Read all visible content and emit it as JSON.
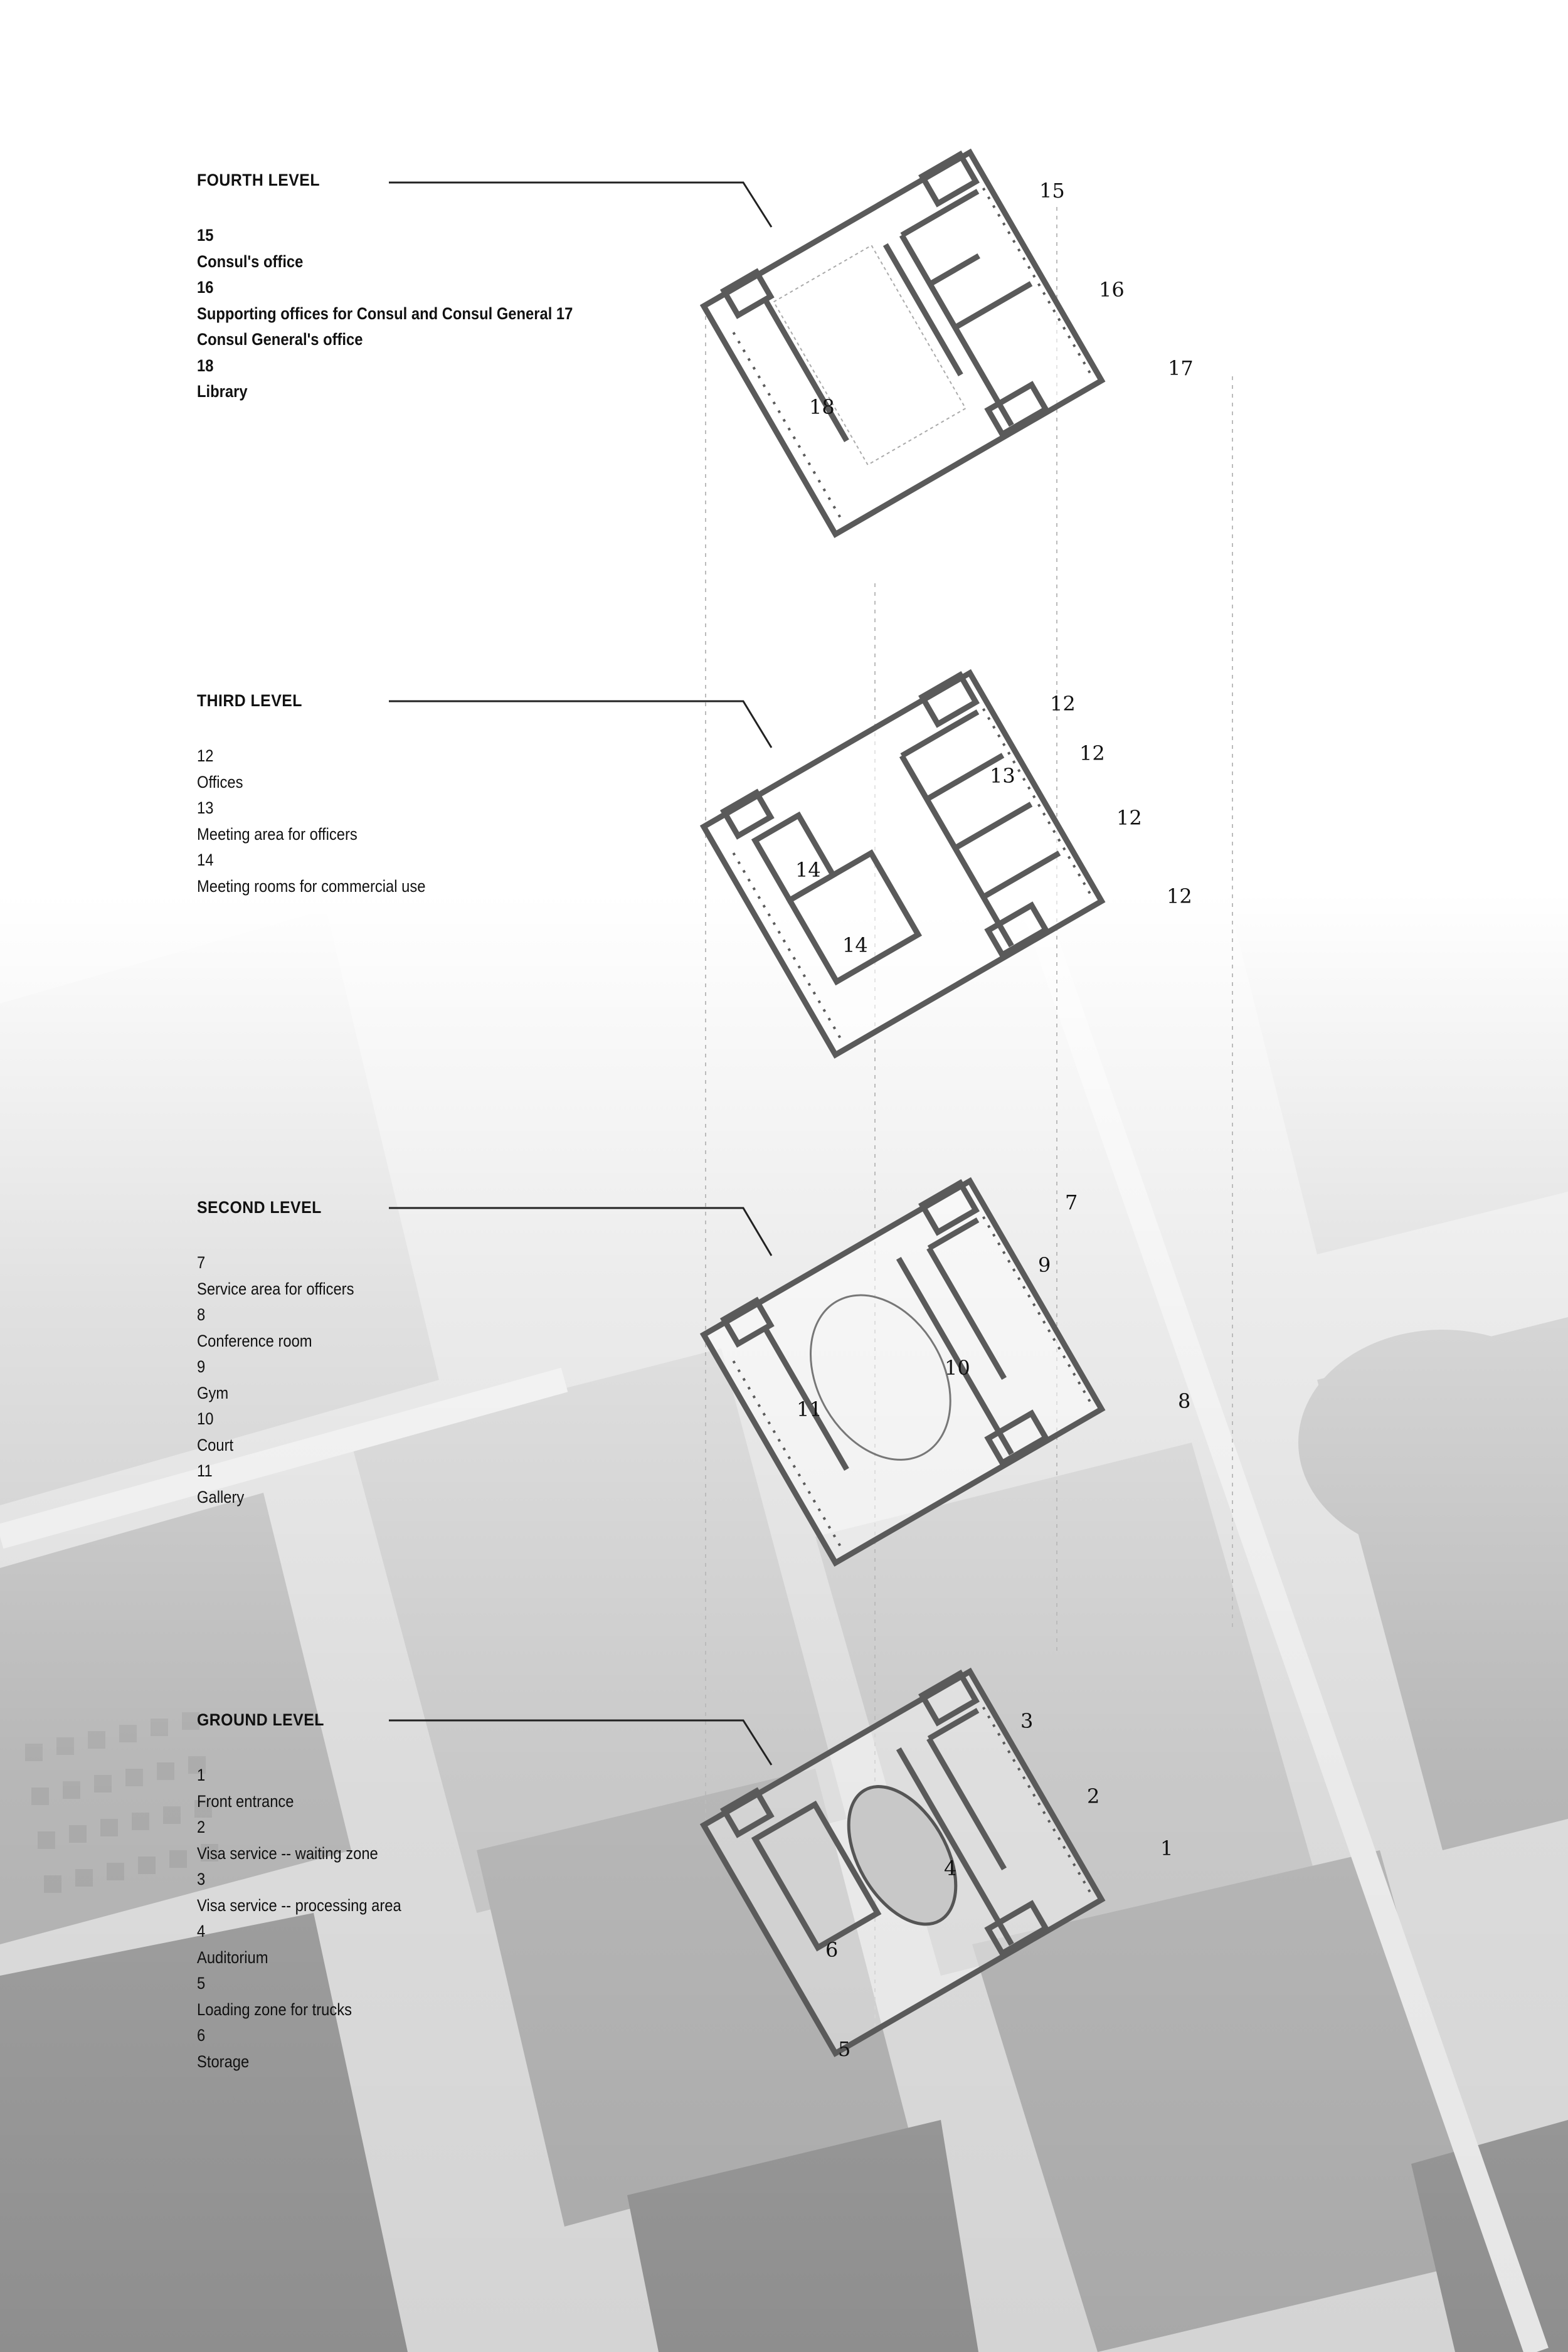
{
  "levels": [
    {
      "title": "FOURTH LEVEL",
      "items": [
        "15",
        "Consul's office",
        "16",
        "Supporting offices for Consul and Consul General 17",
        "Consul General's office",
        "18",
        "Library"
      ]
    },
    {
      "title": "THIRD LEVEL",
      "items": [
        "12",
        "Offices",
        "13",
        "Meeting area for officers",
        "14",
        "Meeting rooms for commercial use"
      ]
    },
    {
      "title": "SECOND LEVEL",
      "items": [
        "7",
        "Service area for officers",
        "8",
        "Conference room",
        "9",
        "Gym",
        "10",
        "Court",
        "11",
        "Gallery"
      ]
    },
    {
      "title": "GROUND LEVEL",
      "items": [
        "1",
        "Front entrance",
        "2",
        "Visa service -- waiting zone",
        "3",
        "Visa service -- processing area",
        "4",
        "Auditorium",
        "5",
        "Loading zone for trucks",
        "6",
        "Storage"
      ]
    }
  ],
  "plan_labels": {
    "fourth": [
      "15",
      "16",
      "17",
      "18"
    ],
    "third": [
      "12",
      "12",
      "12",
      "12",
      "13",
      "14",
      "14"
    ],
    "second": [
      "7",
      "8",
      "9",
      "10",
      "11"
    ],
    "ground": [
      "1",
      "2",
      "3",
      "4",
      "5",
      "6"
    ]
  },
  "colors": {
    "walls": "#5a5a5a",
    "leader": "#222222",
    "background_light": "#f4f4f4",
    "background_dark": "#7a7a7a"
  }
}
